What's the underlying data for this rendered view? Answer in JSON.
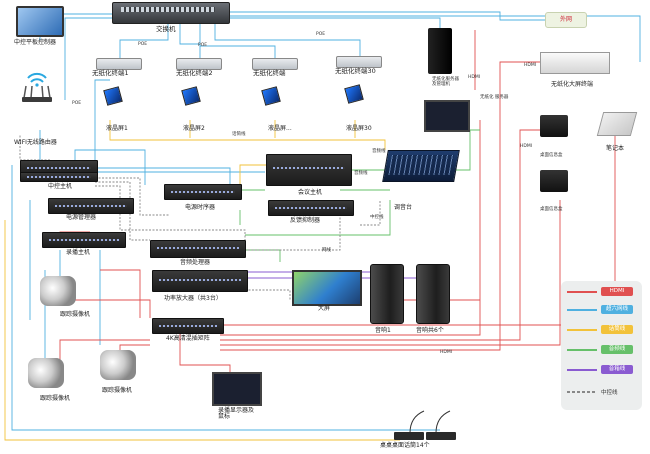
{
  "labels": {
    "tablet": "中控平板控制器",
    "wifi": "WIFI无线路由器",
    "switch": "交换机",
    "t1": "无纸化终端1",
    "t2": "无纸化终端2",
    "t3": "无纸化终端",
    "t30": "无纸化终端30",
    "lcd1": "液晶屏1",
    "lcd2": "液晶屏2",
    "lcd3": "液晶屏...",
    "lcd30": "液晶屏30",
    "server": "无纸化服务器\n及管理机",
    "internet": "外网",
    "bigscreen_terminal": "无纸化大屏终端",
    "control_host": "中控主机",
    "power_mgr": "电源管理器",
    "power_seq": "电源时序器",
    "conf_host": "会议主机",
    "feedback": "反馈抑制器",
    "mixer": "调音台",
    "rec_host": "录播主机",
    "audio_proc": "音频处理器",
    "amp": "功率放大器（共3台）",
    "big_display": "大屏",
    "spk1": "音响1",
    "spk6": "音响共6个",
    "cam_track_1": "跟踪摄像机",
    "cam_track_2": "跟踪摄像机",
    "cam_track_3": "跟踪摄像机",
    "hd_matrix": "4K高清混插矩阵",
    "rec_display": "录播显示器及\n鼠标",
    "desk_box_1": "桌面信息盒",
    "desk_box_2": "桌面信息盒",
    "notebook": "笔记本",
    "mic": "桌桌桌面话筒14个"
  },
  "edge_labels": {
    "poe": "POE",
    "poe2": "POE",
    "poe3": "POE",
    "poe4": "POE",
    "hdmi_a": "HDMI",
    "hdmi_b": "HDMI",
    "hdmi_c": "HDMI",
    "hdmi_d": "HDMI",
    "talk": "话筒线",
    "ctl": "中控线",
    "audio_in": "音频线",
    "audio_out": "音频线",
    "sw": "网线",
    "server_ip": "无纸化 服务器"
  },
  "legend": [
    {
      "label": "HDMI",
      "line": "#e05050",
      "tag": "#e05050"
    },
    {
      "label": "超六网线",
      "line": "#4fb0e0",
      "tag": "#4fb0e0"
    },
    {
      "label": "话筒线",
      "line": "#f2c23a",
      "tag": "#f2c23a"
    },
    {
      "label": "音频线",
      "line": "#66c06a",
      "tag": "#66c06a"
    },
    {
      "label": "音箱线",
      "line": "#8a5bd1",
      "tag": "#8a5bd1"
    },
    {
      "label": "中控线",
      "line": "#888888",
      "tag": null
    }
  ]
}
